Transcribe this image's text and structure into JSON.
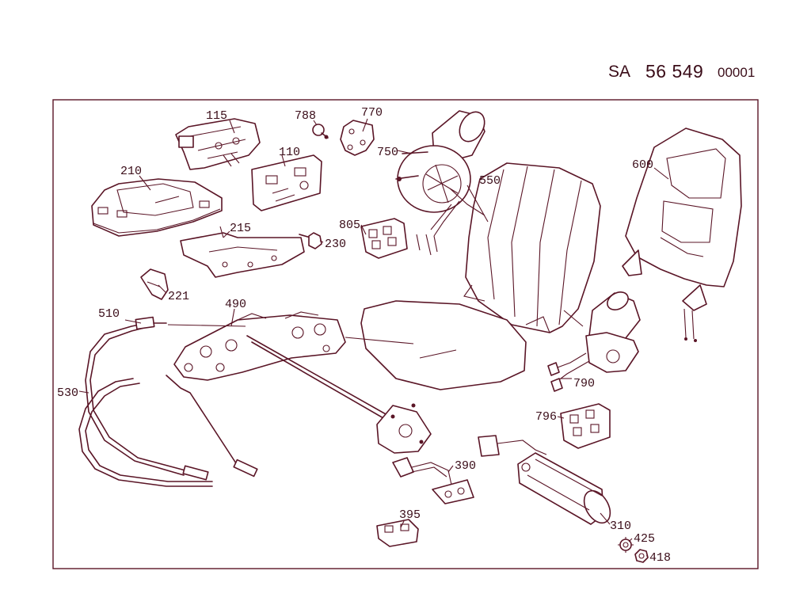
{
  "header": {
    "prefix": "SA",
    "number": "56 549",
    "suffix": "00001"
  },
  "callouts": [
    {
      "id": "115",
      "label": "115"
    },
    {
      "id": "788",
      "label": "788"
    },
    {
      "id": "770",
      "label": "770"
    },
    {
      "id": "110",
      "label": "110"
    },
    {
      "id": "750",
      "label": "750"
    },
    {
      "id": "550",
      "label": "550"
    },
    {
      "id": "600",
      "label": "600"
    },
    {
      "id": "210",
      "label": "210"
    },
    {
      "id": "805",
      "label": "805"
    },
    {
      "id": "215",
      "label": "215"
    },
    {
      "id": "230",
      "label": "230"
    },
    {
      "id": "221",
      "label": "221"
    },
    {
      "id": "490",
      "label": "490"
    },
    {
      "id": "510",
      "label": "510"
    },
    {
      "id": "530",
      "label": "530"
    },
    {
      "id": "790",
      "label": "790"
    },
    {
      "id": "796",
      "label": "796"
    },
    {
      "id": "390",
      "label": "390"
    },
    {
      "id": "395",
      "label": "395"
    },
    {
      "id": "310",
      "label": "310"
    },
    {
      "id": "425",
      "label": "425"
    },
    {
      "id": "418",
      "label": "418"
    }
  ],
  "colors": {
    "line": "#5a1526",
    "text": "#3a0c18",
    "background": "#ffffff"
  }
}
